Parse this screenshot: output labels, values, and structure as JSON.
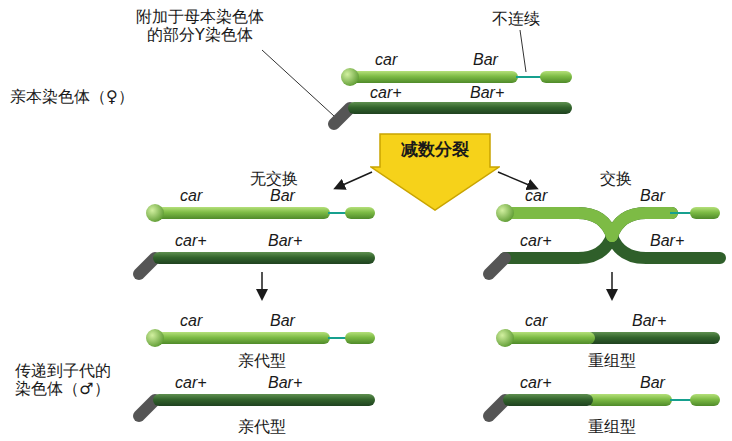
{
  "diagram": {
    "nodes": [
      {
        "text": [
          "减数分裂"
        ]
      }
    ],
    "labels": [
      "附加于母本染色体 的部分Y染色体",
      "不连续",
      "car",
      "Bar",
      "亲本染色体（♀）",
      "car+",
      "Bar+",
      "无交换",
      "交换",
      "car",
      "Bar",
      "car+",
      "Bar+",
      "car",
      "Bar",
      "car+",
      "Bar+",
      "car",
      "Bar",
      "car",
      "Bar+",
      "亲代型",
      "重组型",
      "传递到子代的 染色体（♂）",
      "car+",
      "Bar+",
      "car+",
      "Bar",
      "亲代型",
      "重组型"
    ]
  }
}
